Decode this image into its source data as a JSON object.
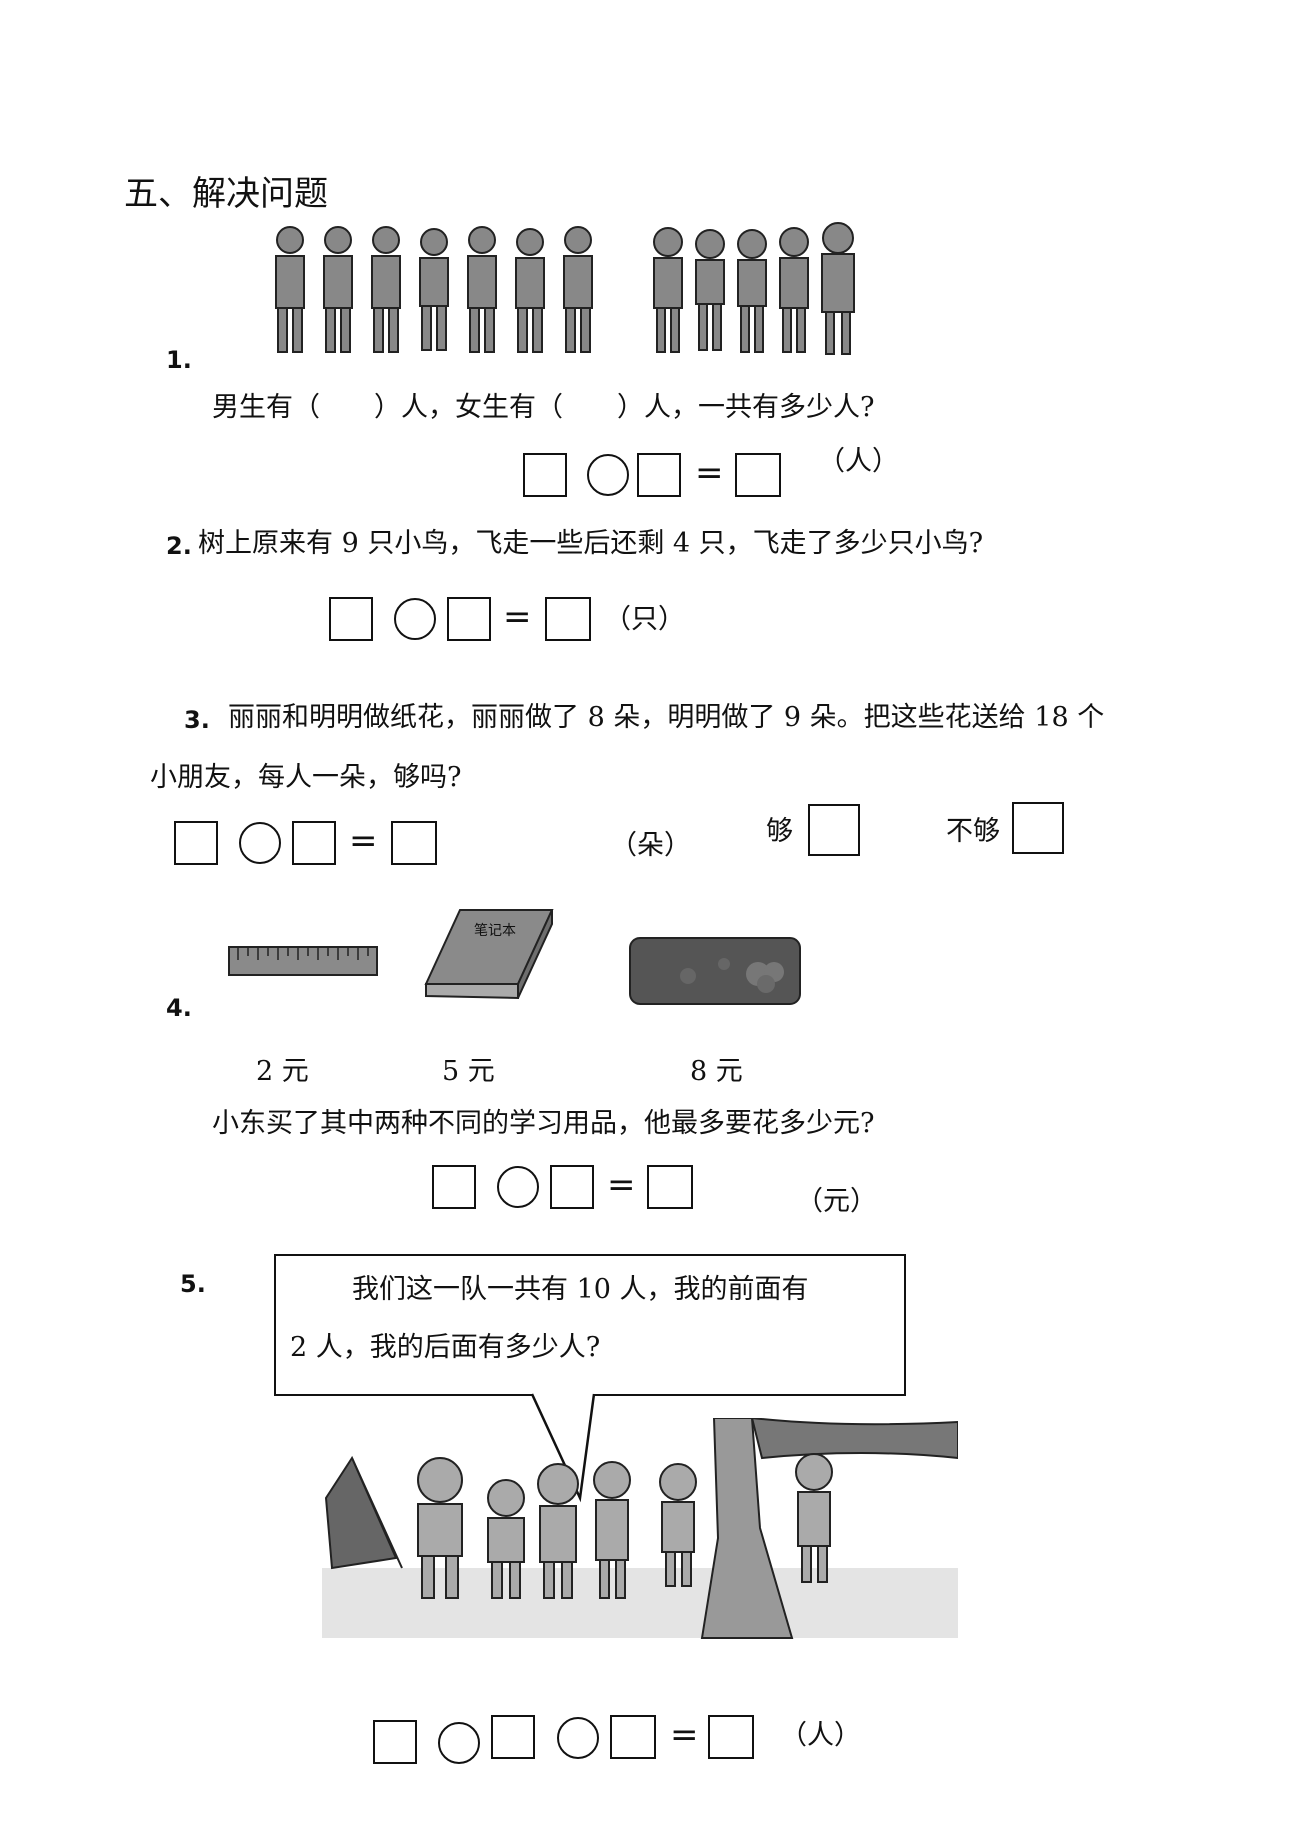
{
  "heading": "五、解决问题",
  "problems": {
    "p1": {
      "number": "1.",
      "question": "男生有（　　）人，女生有（　　）人，一共有多少人?",
      "unit": "（人）"
    },
    "p2": {
      "number": "2.",
      "question": "树上原来有 9 只小鸟，飞走一些后还剩 4 只，飞走了多少只小鸟?",
      "unit": "（只）"
    },
    "p3": {
      "number": "3.",
      "question_line1": "丽丽和明明做纸花，丽丽做了 8 朵，明明做了 9 朵。把这些花送给 18 个",
      "question_line2": "小朋友，每人一朵，够吗?",
      "unit": "（朵）",
      "enough_label": "够",
      "not_enough_label": "不够"
    },
    "p4": {
      "number": "4.",
      "items": [
        {
          "name": "ruler",
          "price": "2 元"
        },
        {
          "name": "notebook",
          "label": "笔记本",
          "price": "5 元"
        },
        {
          "name": "pencil-case",
          "price": "8 元"
        }
      ],
      "question": "小东买了其中两种不同的学习用品，他最多要花多少元?",
      "unit": "（元）"
    },
    "p5": {
      "number": "5.",
      "speech_line1": "我们这一队一共有 10 人，我的前面有",
      "speech_line2": "2 人，我的后面有多少人?",
      "unit": "（人）"
    }
  }
}
